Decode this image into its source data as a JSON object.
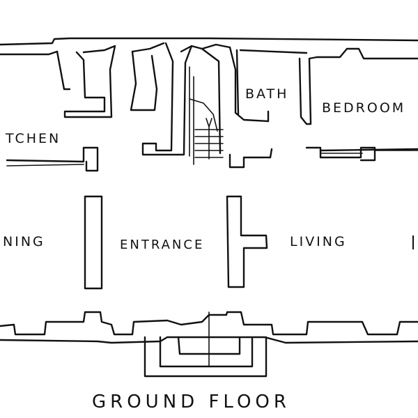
{
  "plan": {
    "rooms": [
      {
        "id": "kitchen",
        "label": "TCHEN"
      },
      {
        "id": "bath",
        "label": "BATH"
      },
      {
        "id": "bedroom",
        "label": "BEDROOM"
      },
      {
        "id": "dining",
        "label": "NING"
      },
      {
        "id": "entrance",
        "label": "ENTRANCE"
      },
      {
        "id": "living",
        "label": "LIVING"
      }
    ],
    "caption": "GROUND FLOOR",
    "colors": {
      "ink": "#111111",
      "paper": "#ffffff"
    }
  }
}
